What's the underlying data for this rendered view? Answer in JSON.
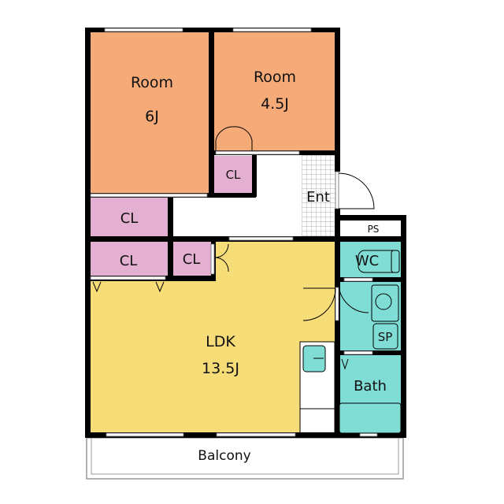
{
  "rooms": {
    "room1": {
      "label": "Room",
      "size": "6J"
    },
    "room2": {
      "label": "Room",
      "size": "4.5J"
    },
    "ldk": {
      "label": "LDK",
      "size": "13.5J"
    },
    "closet1": "CL",
    "closet2": "CL",
    "closet3": "CL",
    "closet4": "CL",
    "entrance": "Ent",
    "ps": "PS",
    "wc": "WC",
    "sp": "SP",
    "bath": "Bath",
    "balcony": "Balcony"
  },
  "colors": {
    "room": "#f5aa78",
    "closet": "#e4b0d2",
    "ldk": "#f7dd78",
    "wet": "#80ddd6",
    "wall": "#000000"
  }
}
